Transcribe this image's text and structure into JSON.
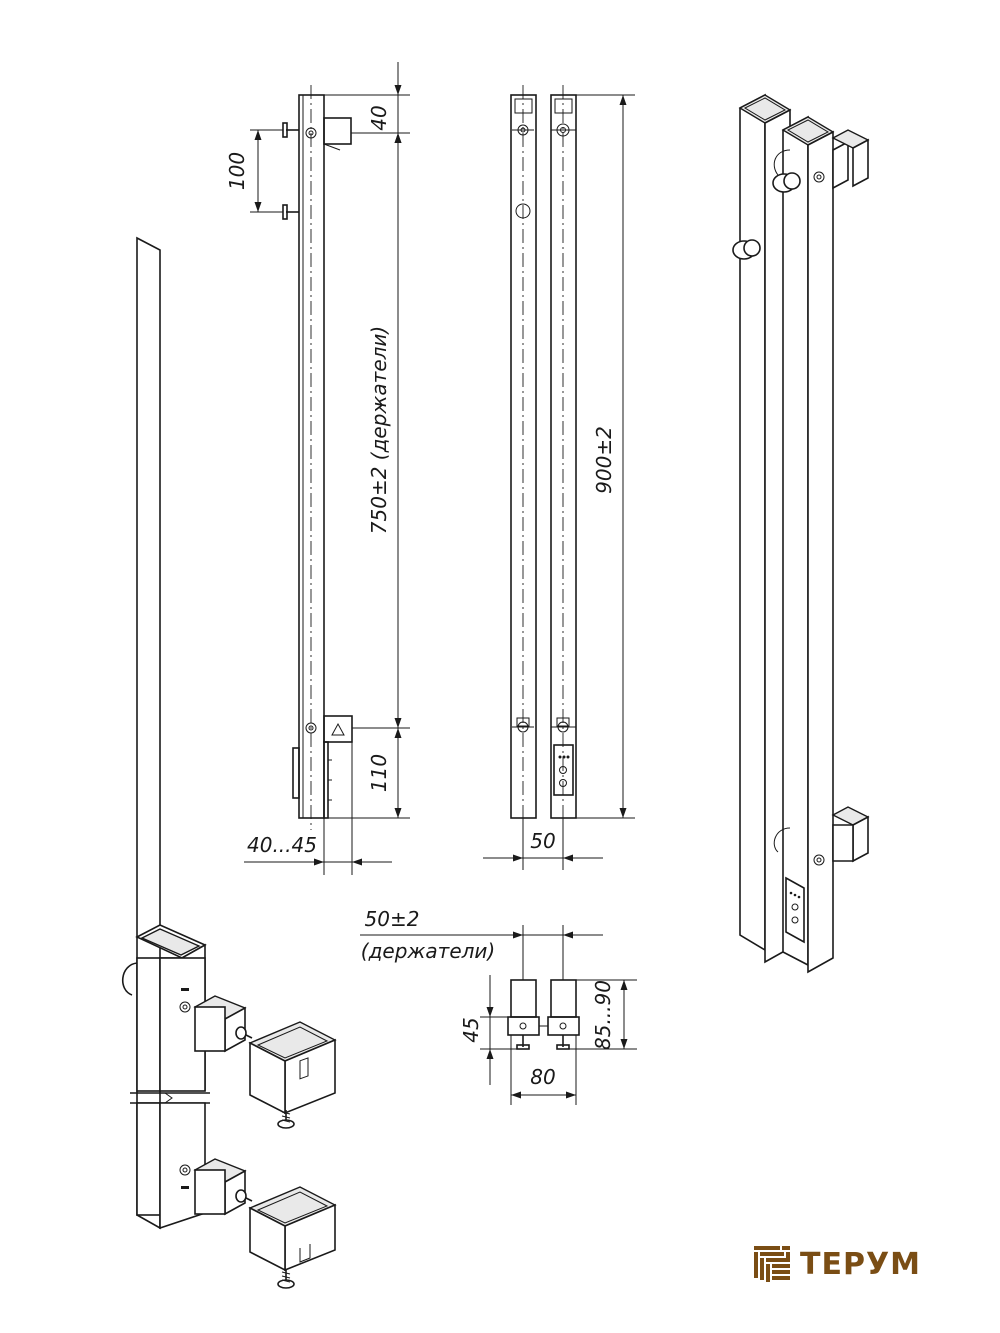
{
  "dimensions": {
    "top_offset": "40",
    "hook_spacing": "100",
    "holder_span": "750±2 (держатели)",
    "bottom_offset": "110",
    "wall_gap": "40...45",
    "rail_width": "50",
    "overall_height": "900±2",
    "plan_holder_spacing": "50±2",
    "plan_holder_label": "(держатели)",
    "plan_depth_small": "45",
    "plan_depth_total": "85...90",
    "plan_width": "80"
  },
  "brand": {
    "name": "ТЕРУМ",
    "accent_color": "#7a4d14",
    "logo_icon": "terum-stripes-logo"
  }
}
